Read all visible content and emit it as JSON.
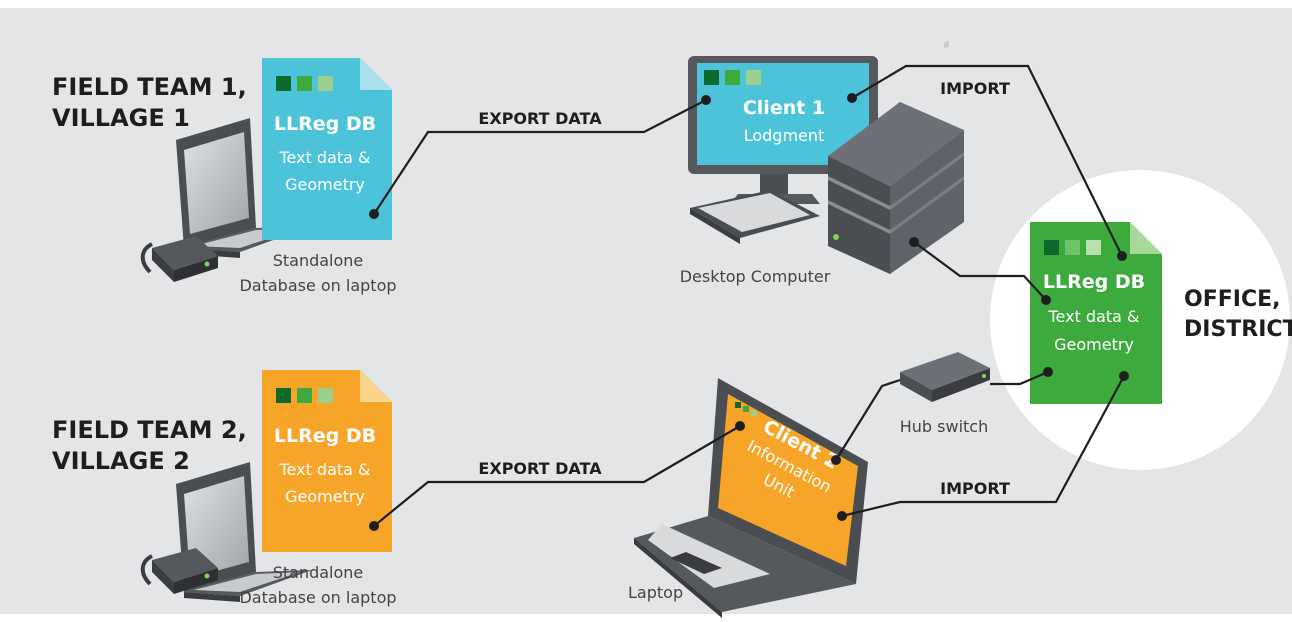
{
  "colors": {
    "background": "#e4e5e7",
    "blue_doc": "#4cc3d9",
    "orange_doc": "#f7a528",
    "green_doc": "#3daa3d",
    "square_dark": "#0c6a2c",
    "square_mid": "#3daa3d",
    "square_light": "#9ccf8c",
    "device_dark": "#4a4d52",
    "line": "#1e1e1e"
  },
  "team1": {
    "title_line1": "FIELD TEAM 1,",
    "title_line2": "VILLAGE 1",
    "doc_title": "LLReg DB",
    "doc_line1": "Text data &",
    "doc_line2": "Geometry",
    "caption_line1": "Standalone",
    "caption_line2": "Database on laptop",
    "export_label": "EXPORT DATA"
  },
  "team2": {
    "title_line1": "FIELD TEAM 2,",
    "title_line2": "VILLAGE 2",
    "doc_title": "LLReg DB",
    "doc_line1": "Text data &",
    "doc_line2": "Geometry",
    "caption_line1": "Standalone",
    "caption_line2": "Database on laptop",
    "export_label": "EXPORT DATA"
  },
  "desktop": {
    "client_title": "Client 1",
    "client_sub": "Lodgment",
    "caption": "Desktop Computer",
    "import_label": "IMPORT"
  },
  "laptop": {
    "client_title": "Client 2",
    "client_sub1": "Information",
    "client_sub2": "Unit",
    "caption": "Laptop",
    "import_label": "IMPORT"
  },
  "hub": {
    "caption": "Hub switch"
  },
  "office": {
    "title_line1": "OFFICE,",
    "title_line2": "DISTRICT",
    "doc_title": "LLReg DB",
    "doc_line1": "Text data &",
    "doc_line2": "Geometry"
  }
}
